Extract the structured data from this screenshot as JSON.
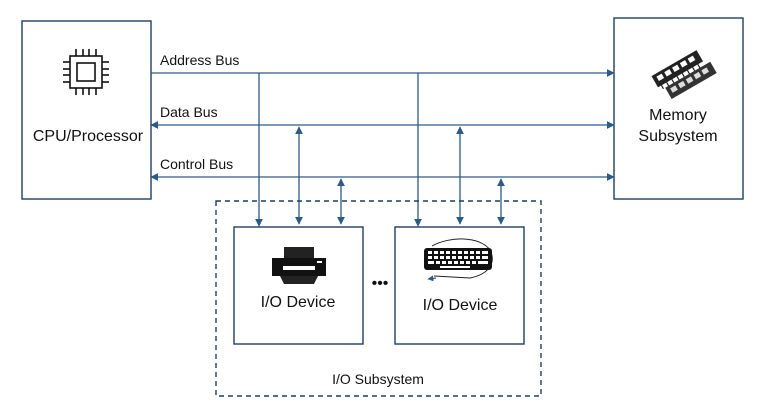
{
  "cpu": {
    "label": "CPU/Processor",
    "icon": "cpu-chip-icon"
  },
  "memory": {
    "label_line1": "Memory",
    "label_line2": "Subsystem",
    "icon": "ram-module-icon"
  },
  "buses": {
    "address": "Address Bus",
    "data": "Data Bus",
    "control": "Control Bus"
  },
  "io_devices": [
    {
      "label": "I/O Device",
      "icon": "printer-icon"
    },
    {
      "label": "I/O Device",
      "icon": "keyboard-icon"
    }
  ],
  "ellipsis": "•••",
  "io_subsystem": {
    "label": "I/O Subsystem"
  },
  "colors": {
    "line": "#2c5b86",
    "box_border": "#1f3f5f",
    "text": "#111111"
  }
}
